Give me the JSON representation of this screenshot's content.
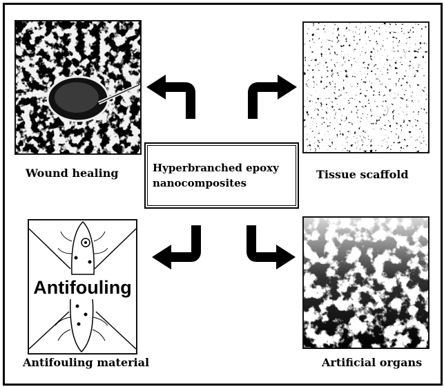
{
  "center": {
    "line1": "Hyperbranched epoxy",
    "line2": "nanocomposites"
  },
  "panels": {
    "wound": {
      "caption": "Wound healing"
    },
    "tissue": {
      "caption": "Tissue scaffold"
    },
    "antifouling": {
      "caption": "Antifouling material",
      "image_text": "Antifouling"
    },
    "organs": {
      "caption": "Artificial organs"
    }
  },
  "colors": {
    "ink": "#000000",
    "background": "#ffffff"
  },
  "icons": {
    "arrow_top_left": "curved-arrow-left-icon",
    "arrow_top_right": "curved-arrow-right-icon",
    "arrow_bottom_left": "curved-arrow-down-left-icon",
    "arrow_bottom_right": "curved-arrow-down-right-icon"
  }
}
